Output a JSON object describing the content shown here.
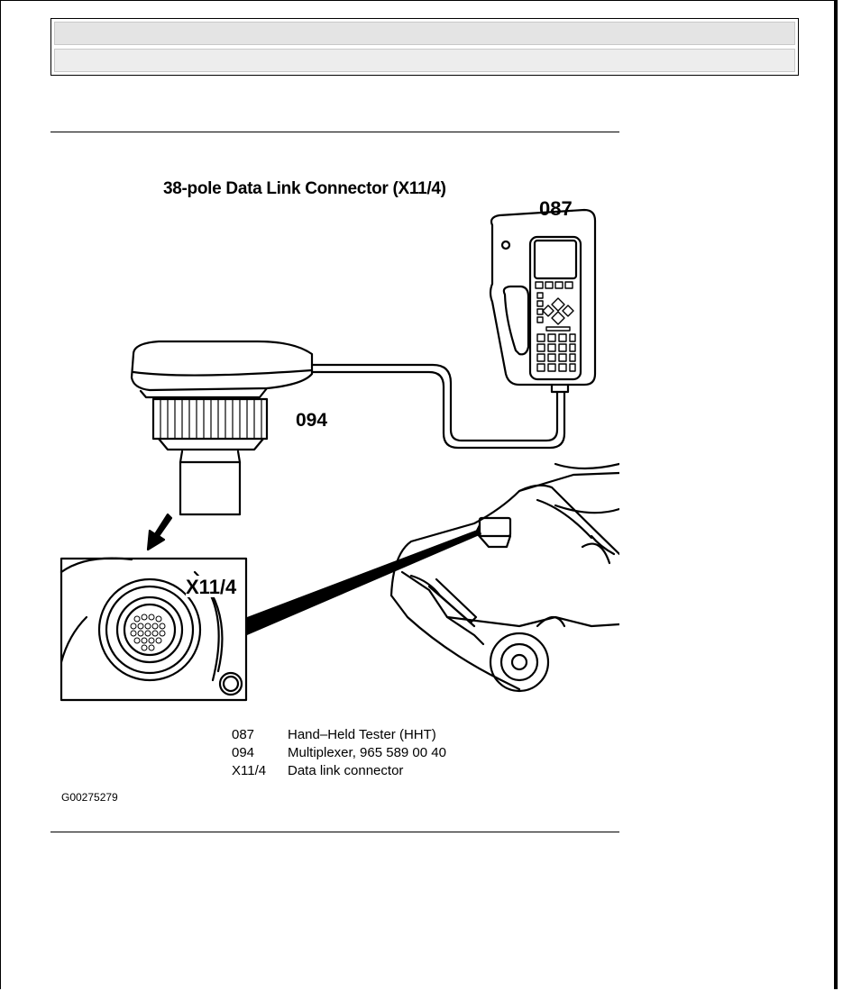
{
  "header": {
    "bar_top_text": "",
    "bar_bottom_text": ""
  },
  "figure": {
    "title": "38-pole Data Link Connector (X11/4)",
    "callouts": {
      "tester": "087",
      "multiplexer": "094",
      "connector": "X11/4"
    },
    "legend": [
      {
        "code": "087",
        "description": "Hand–Held Tester (HHT)"
      },
      {
        "code": "094",
        "description": "Multiplexer,  965 589 00 40"
      },
      {
        "code": "X11/4",
        "description": "Data link connector"
      }
    ],
    "figure_id": "G00275279"
  }
}
